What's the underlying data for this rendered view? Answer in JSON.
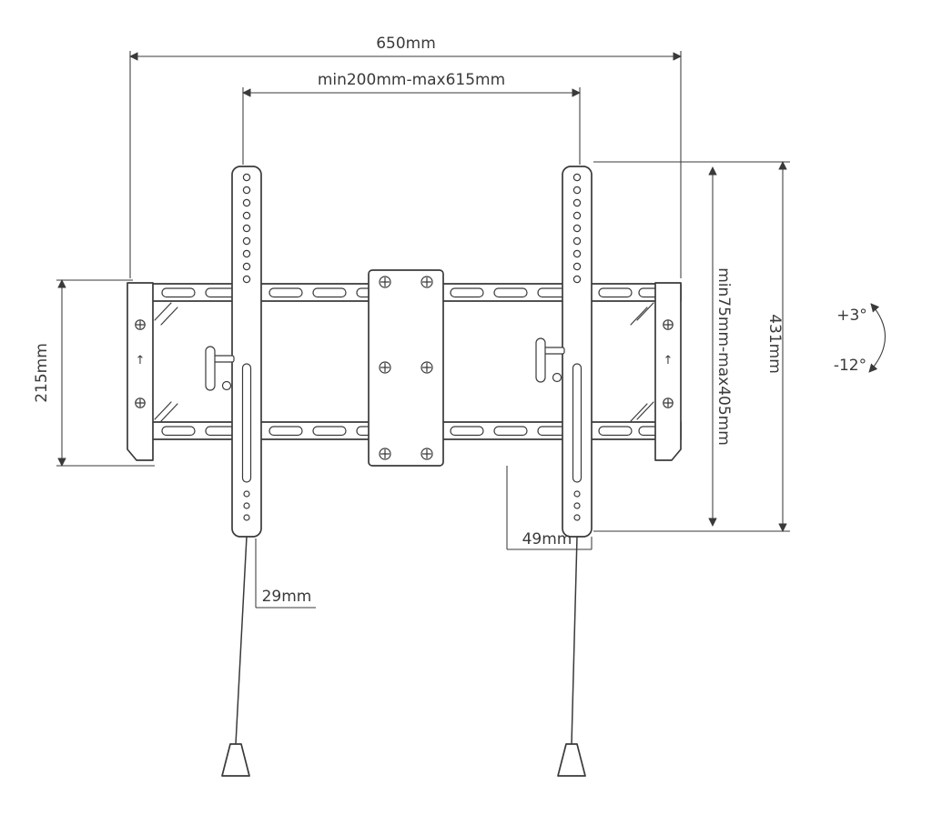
{
  "diagram": {
    "labels": {
      "total_width": "650mm",
      "bracket_spacing": "min200mm-max615mm",
      "rail_height": "215mm",
      "bracket_height": "431mm",
      "vesa_vertical_range": "min75mm-max405mm",
      "tilt_up": "+3°",
      "tilt_down": "-12°",
      "bottom_offset": "49mm",
      "bracket_depth": "29mm",
      "endcap_arrow": "↑"
    },
    "colors": {
      "line": "#3a3a3a",
      "background": "#ffffff"
    }
  }
}
